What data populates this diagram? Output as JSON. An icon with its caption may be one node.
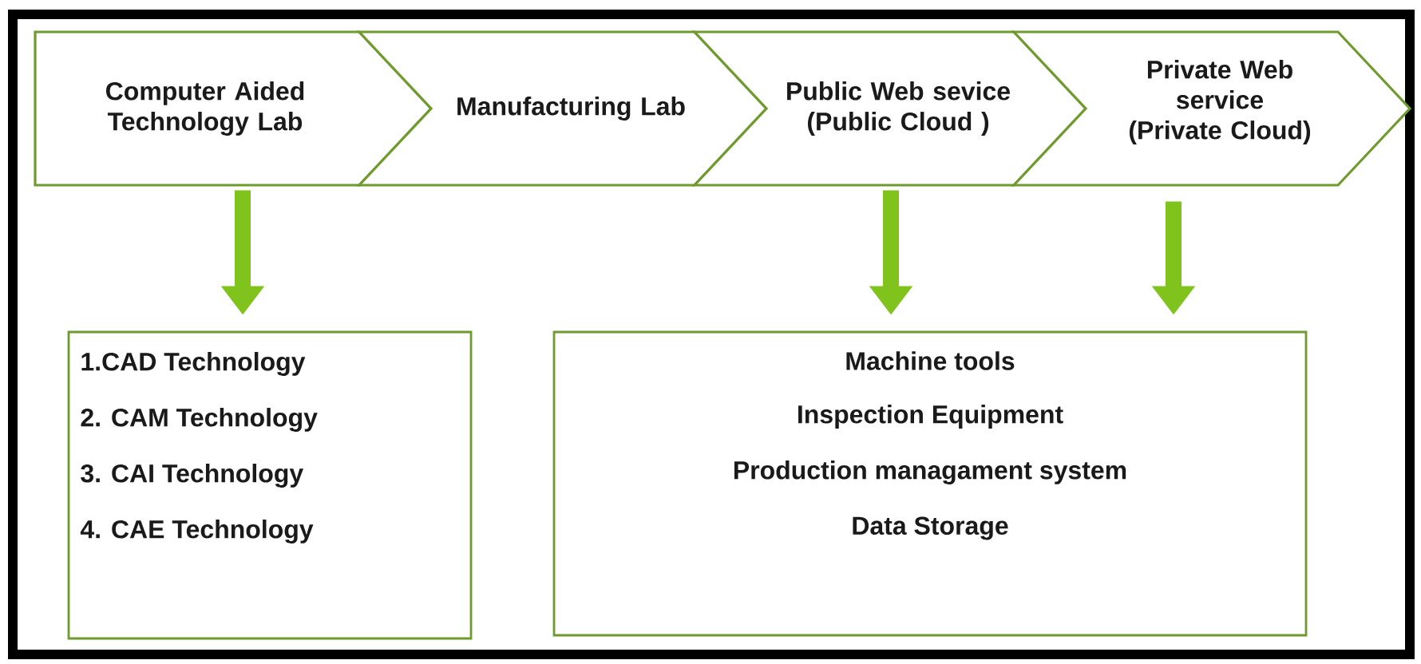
{
  "diagram": {
    "nodes": [
      {
        "text": [
          "Computer Aided Technology Lab"
        ]
      },
      {
        "text": [
          "Manufacturing Lab"
        ]
      },
      {
        "text": [
          "Public Web sevice (Public Cloud )"
        ]
      },
      {
        "text": [
          "Private Web service (Private Cloud)"
        ]
      },
      {
        "text": [
          "1.CAD Technology",
          "2. CAM Technology",
          "3. CAI Technology",
          "4. CAE Technology"
        ]
      },
      {
        "text": [
          "Machine tools",
          "Inspection Equipment",
          "Production managament system",
          "Data Storage"
        ]
      }
    ],
    "edges": [
      {
        "from": 0,
        "to": 4,
        "arrow": "to"
      },
      {
        "from": 2,
        "to": 5,
        "arrow": "to"
      },
      {
        "from": 3,
        "to": 5,
        "arrow": "to"
      }
    ]
  }
}
